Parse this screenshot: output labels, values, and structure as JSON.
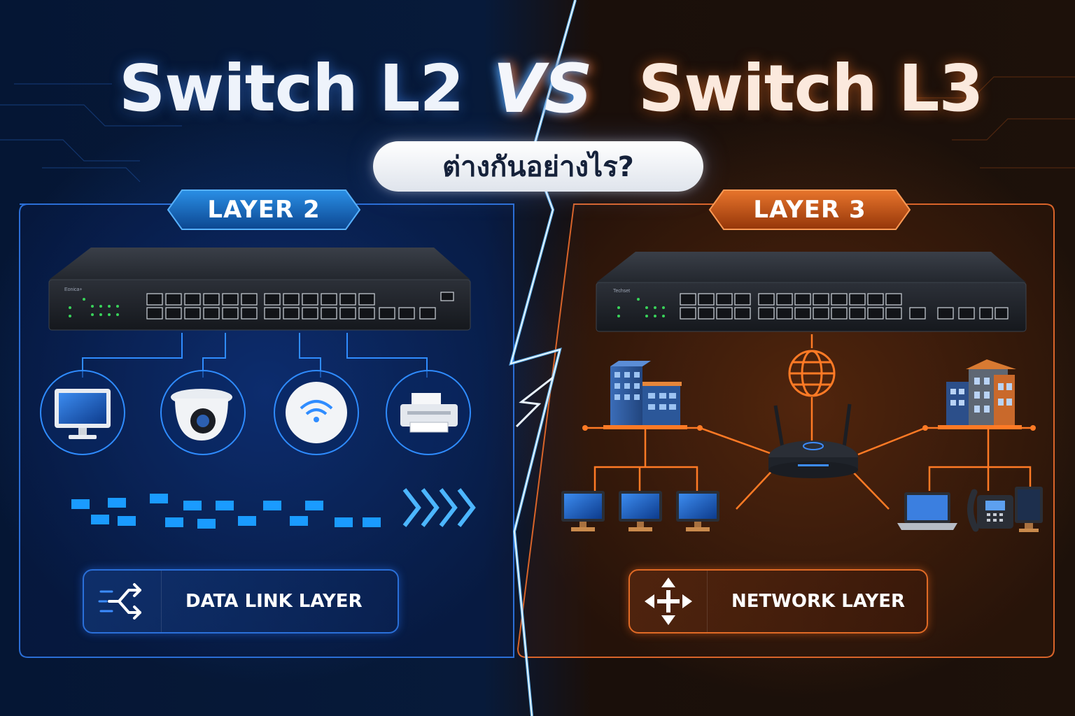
{
  "title": {
    "left": "Switch L2",
    "vs": "VS",
    "right": "Switch L3"
  },
  "subtitle": "ต่างกันอย่างไร?",
  "left_panel": {
    "tag": "LAYER 2",
    "switch_brand": "Eonica+",
    "devices": [
      "monitor-icon",
      "dome-camera-icon",
      "wifi-access-point-icon",
      "printer-icon"
    ],
    "footer_label": "DATA LINK LAYER",
    "footer_icon": "branch-arrows-icon",
    "accent_color": "#2f8cff"
  },
  "right_panel": {
    "tag": "LAYER 3",
    "switch_brand": "Techset",
    "devices": [
      "building-icon",
      "globe-icon",
      "router-icon",
      "building-icon",
      "monitor-icon",
      "laptop-icon",
      "ip-phone-icon"
    ],
    "footer_label": "NETWORK LAYER",
    "footer_icon": "four-way-arrows-icon",
    "accent_color": "#ff7a25"
  }
}
